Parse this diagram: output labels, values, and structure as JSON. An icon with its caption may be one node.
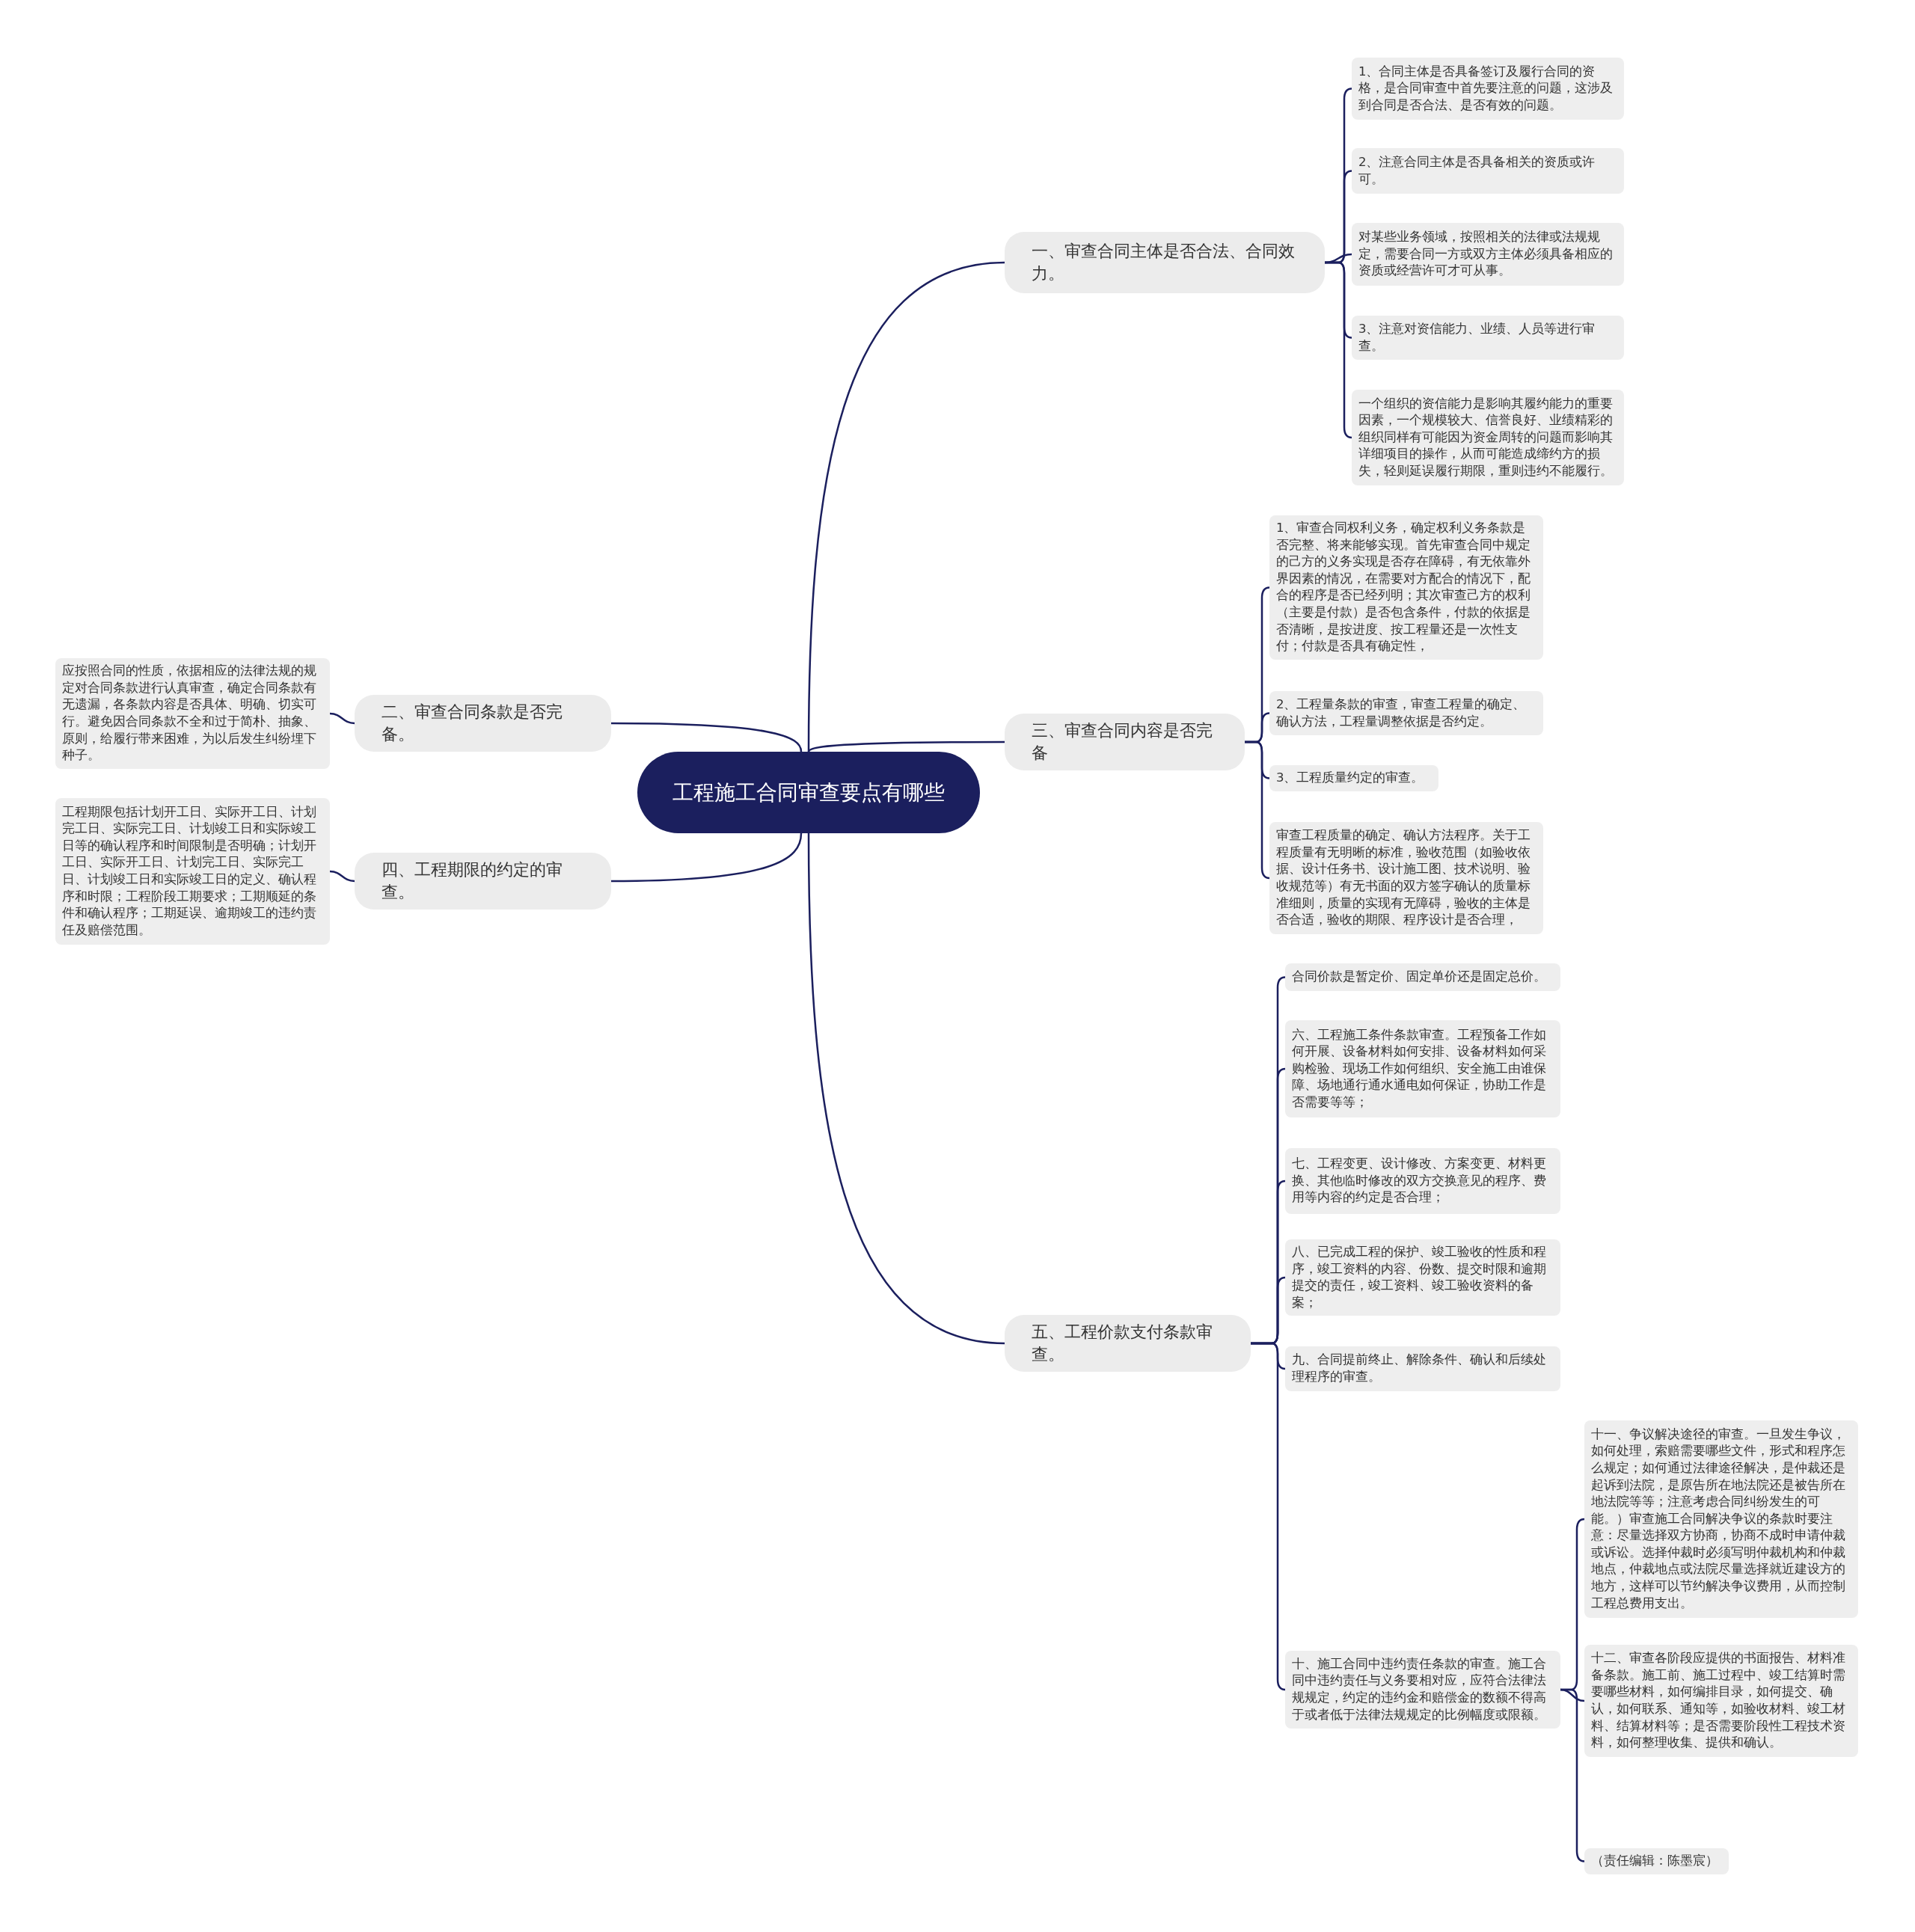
{
  "diagram": {
    "nodes": [
      {
        "text": [
          "工程施工合同审查要点有哪些"
        ]
      },
      {
        "text": [
          "一、审查合同主体是否合法、合同效力。"
        ]
      },
      {
        "text": [
          "1、合同主体是否具备签订及履行合同的资格，是合同审查中首先要注意的问题，这涉及到合同是否合法、是否有效的问题。"
        ]
      },
      {
        "text": [
          "2、注意合同主体是否具备相关的资质或许可。"
        ]
      },
      {
        "text": [
          "对某些业务领域，按照相关的法律或法规规定，需要合同一方或双方主体必须具备相应的资质或经营许可才可从事。"
        ]
      },
      {
        "text": [
          "3、注意对资信能力、业绩、人员等进行审查。"
        ]
      },
      {
        "text": [
          "一个组织的资信能力是影响其履约能力的重要因素，一个规模较大、信誉良好、业绩精彩的组织同样有可能因为资金周转的问题而影响其详细项目的操作，从而可能造成缔约方的损失，轻则延误履行期限，重则违约不能履行。"
        ]
      },
      {
        "text": [
          "三、审查合同内容是否完备"
        ]
      },
      {
        "text": [
          "1、审查合同权利义务，确定权利义务条款是否完整、将来能够实现。首先审查合同中规定的己方的义务实现是否存在障碍，有无依靠外界因素的情况，在需要对方配合的情况下，配合的程序是否已经列明；其次审查己方的权利（主要是付款）是否包含条件，付款的依据是否清晰，是按进度、按工程量还是一次性支付；付款是否具有确定性，"
        ]
      },
      {
        "text": [
          "2、工程量条款的审查，审查工程量的确定、确认方法，工程量调整依据是否约定。"
        ]
      },
      {
        "text": [
          "3、工程质量约定的审查。"
        ]
      },
      {
        "text": [
          "审查工程质量的确定、确认方法程序。关于工程质量有无明晰的标准，验收范围（如验收依据、设计任务书、设计施工图、技术说明、验收规范等）有无书面的双方签字确认的质量标准细则，质量的实现有无障碍，验收的主体是否合适，验收的期限、程序设计是否合理，"
        ]
      },
      {
        "text": [
          "五、工程价款支付条款审查。"
        ]
      },
      {
        "text": [
          "合同价款是暂定价、固定单价还是固定总价。"
        ]
      },
      {
        "text": [
          "六、工程施工条件条款审查。工程预备工作如何开展、设备材料如何安排、设备材料如何采购检验、现场工作如何组织、安全施工由谁保障、场地通行通水通电如何保证，协助工作是否需要等等；"
        ]
      },
      {
        "text": [
          "七、工程变更、设计修改、方案变更、材料更换、其他临时修改的双方交换意见的程序、费用等内容的约定是否合理；"
        ]
      },
      {
        "text": [
          "八、已完成工程的保护、竣工验收的性质和程序，竣工资料的内容、份数、提交时限和逾期提交的责任，竣工资料、竣工验收资料的备案；"
        ]
      },
      {
        "text": [
          "九、合同提前终止、解除条件、确认和后续处理程序的审查。"
        ]
      },
      {
        "text": [
          "十、施工合同中违约责任条款的审查。施工合同中违约责任与义务要相对应，应符合法律法规规定，约定的违约金和赔偿金的数额不得高于或者低于法律法规规定的比例幅度或限额。"
        ]
      },
      {
        "text": [
          "十一、争议解决途径的审查。一旦发生争议，如何处理，索赔需要哪些文件，形式和程序怎么规定；如何通过法律途径解决，是仲裁还是起诉到法院，是原告所在地法院还是被告所在地法院等等；注意考虑合同纠纷发生的可能。）审查施工合同解决争议的条款时要注意：尽量选择双方协商，协商不成时申请仲裁或诉讼。选择仲裁时必须写明仲裁机构和仲裁地点，仲裁地点或法院尽量选择就近建设方的地方，这样可以节约解决争议费用，从而控制工程总费用支出。"
        ]
      },
      {
        "text": [
          "十二、审查各阶段应提供的书面报告、材料准备条款。施工前、施工过程中、竣工结算时需要哪些材料，如何编排目录，如何提交、确认，如何联系、通知等，如验收材料、竣工材料、结算材料等；是否需要阶段性工程技术资料，如何整理收集、提供和确认。"
        ]
      },
      {
        "text": [
          "（责任编辑：陈墨宸）"
        ]
      },
      {
        "text": [
          "二、审查合同条款是否完备。"
        ]
      },
      {
        "text": [
          "应按照合同的性质，依据相应的法律法规的规定对合同条款进行认真审查，确定合同条款有无遗漏，各条款内容是否具体、明确、切实可行。避免因合同条款不全和过于简朴、抽象、原则，给履行带来困难，为以后发生纠纷埋下种子。"
        ]
      },
      {
        "text": [
          "四、工程期限的约定的审查。"
        ]
      },
      {
        "text": [
          "工程期限包括计划开工日、实际开工日、计划完工日、实际完工日、计划竣工日和实际竣工日等的确认程序和时间限制是否明确；计划开工日、实际开工日、计划完工日、实际完工日、计划竣工日和实际竣工日的定义、确认程序和时限；工程阶段工期要求；工期顺延的条件和确认程序；工期延误、逾期竣工的违约责任及赔偿范围。"
        ]
      }
    ],
    "edges": [
      {
        "from": 0,
        "to": 1,
        "arrow": "none"
      },
      {
        "from": 1,
        "to": 2,
        "arrow": "none"
      },
      {
        "from": 1,
        "to": 3,
        "arrow": "none"
      },
      {
        "from": 1,
        "to": 4,
        "arrow": "none"
      },
      {
        "from": 1,
        "to": 5,
        "arrow": "none"
      },
      {
        "from": 1,
        "to": 6,
        "arrow": "none"
      },
      {
        "from": 0,
        "to": 7,
        "arrow": "none"
      },
      {
        "from": 7,
        "to": 8,
        "arrow": "none"
      },
      {
        "from": 7,
        "to": 9,
        "arrow": "none"
      },
      {
        "from": 7,
        "to": 10,
        "arrow": "none"
      },
      {
        "from": 7,
        "to": 11,
        "arrow": "none"
      },
      {
        "from": 0,
        "to": 12,
        "arrow": "none"
      },
      {
        "from": 12,
        "to": 13,
        "arrow": "none"
      },
      {
        "from": 12,
        "to": 14,
        "arrow": "none"
      },
      {
        "from": 12,
        "to": 15,
        "arrow": "none"
      },
      {
        "from": 12,
        "to": 16,
        "arrow": "none"
      },
      {
        "from": 12,
        "to": 17,
        "arrow": "none"
      },
      {
        "from": 12,
        "to": 18,
        "arrow": "none"
      },
      {
        "from": 18,
        "to": 19,
        "arrow": "none"
      },
      {
        "from": 18,
        "to": 20,
        "arrow": "none"
      },
      {
        "from": 18,
        "to": 21,
        "arrow": "none"
      },
      {
        "from": 0,
        "to": 22,
        "arrow": "none"
      },
      {
        "from": 22,
        "to": 23,
        "arrow": "none"
      },
      {
        "from": 0,
        "to": 24,
        "arrow": "none"
      },
      {
        "from": 24,
        "to": 25,
        "arrow": "none"
      }
    ]
  }
}
